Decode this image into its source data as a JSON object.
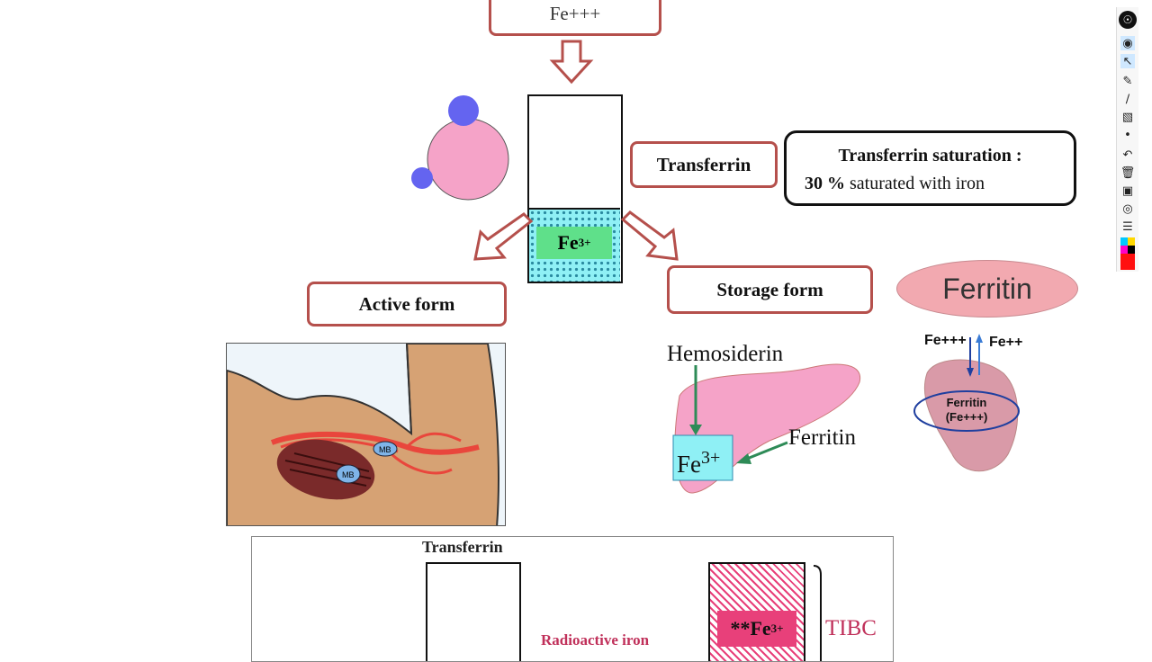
{
  "diagram": {
    "top_box_text": "Fe+++",
    "transferrin_label": "Transferrin",
    "fe3_label": "Fe",
    "fe3_sup": "3+",
    "saturation_title": "Transferrin saturation :",
    "saturation_pct": "30 %",
    "saturation_rest": " saturated with iron",
    "active_form_label": "Active form",
    "storage_form_label": "Storage form",
    "ferritin_ellipse": "Ferritin",
    "hemosiderin_label": "Hemosiderin",
    "liver_ferritin_label": "Ferritin",
    "liver_fe": "Fe",
    "liver_fe_sup": "3+",
    "fe_plus3": "Fe+++",
    "fe_plus2": "Fe++",
    "ferritin_inner": "Ferritin",
    "ferritin_inner_sub": "(Fe+++)",
    "mb_label_1": "MB",
    "mb_label_2": "MB",
    "bottom_transferrin": "Transferrin",
    "radioactive_iron": "Radioactive iron",
    "bottom_fe": "**Fe",
    "bottom_fe_sup": "3+",
    "tibc": "TIBC"
  },
  "colors": {
    "box_border": "#b5504c",
    "pink": "#f5a3c8",
    "blue_ball": "#6464f0",
    "fe_green": "#5fe08a",
    "fe_cyan": "#8ff0f5",
    "arrow_green": "#2e8b57",
    "radioactive_red": "#c0305a",
    "hatch_pink": "#e8407a"
  },
  "toolbar": {
    "icons": [
      "bulb-icon",
      "eye-icon",
      "cursor-icon",
      "pen-icon",
      "line-icon",
      "eraser-icon",
      "dot-icon",
      "undo-icon",
      "trash-icon",
      "board-icon",
      "camera-icon",
      "notes-icon",
      "color-palette-icon"
    ]
  }
}
